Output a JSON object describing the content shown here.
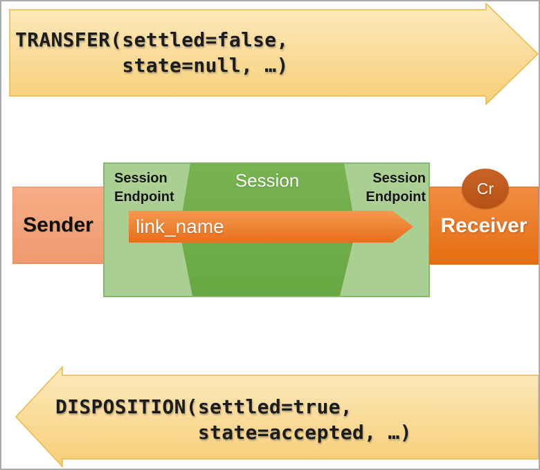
{
  "diagram": {
    "top_banner": {
      "text": "TRANSFER(settled=false,\n         state=null, …)"
    },
    "bottom_banner": {
      "text": "DISPOSITION(settled=true,\n            state=accepted, …)"
    },
    "sender": {
      "label": "Sender"
    },
    "receiver": {
      "label": "Receiver"
    },
    "credit": {
      "label": "Cr"
    },
    "session": {
      "title": "Session",
      "endpoint_left": "Session\nEndpoint",
      "endpoint_right": "Session\nEndpoint",
      "link": {
        "label": "link_name"
      }
    }
  },
  "palette": {
    "banner_fill_top": "#fceabd",
    "banner_fill_bottom": "#f7ce78",
    "banner_border": "#e9b845",
    "session_light_green": "#a9cf93",
    "session_dark_green_top": "#78b350",
    "session_dark_green_bottom": "#68a841",
    "link_orange_top": "#f49950",
    "link_orange_bottom": "#e96e1a",
    "sender_salmon": "#f4a47c",
    "receiver_orange": "#ed7d31",
    "credit_rust": "#bc5417",
    "frame_border": "#ababab"
  }
}
